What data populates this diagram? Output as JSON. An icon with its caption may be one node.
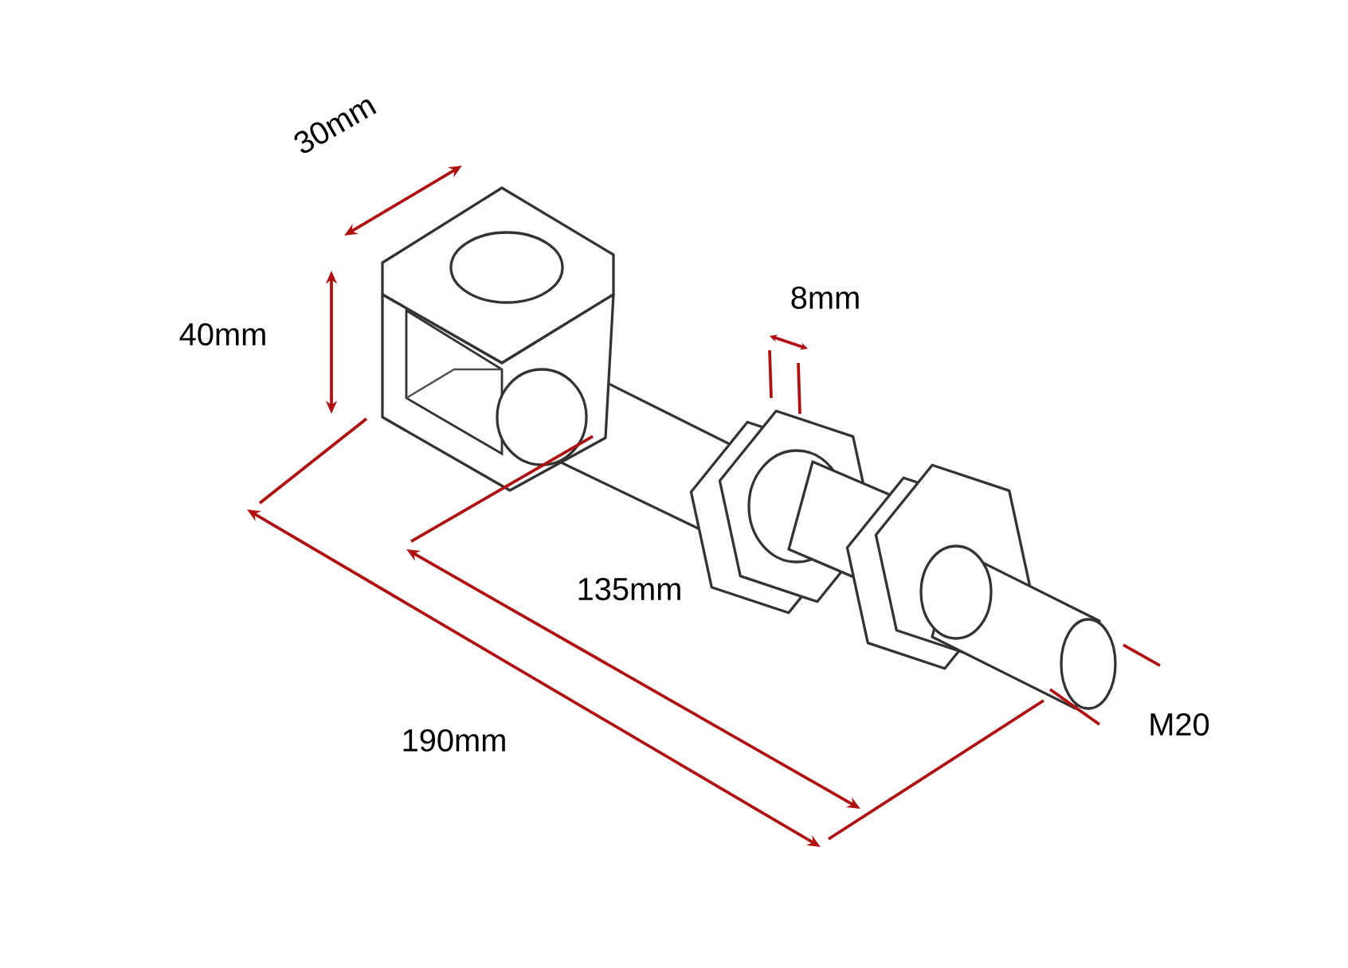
{
  "diagram": {
    "labels": [
      "30mm",
      "8mm",
      "40mm",
      "135mm",
      "M20",
      "190mm"
    ]
  }
}
